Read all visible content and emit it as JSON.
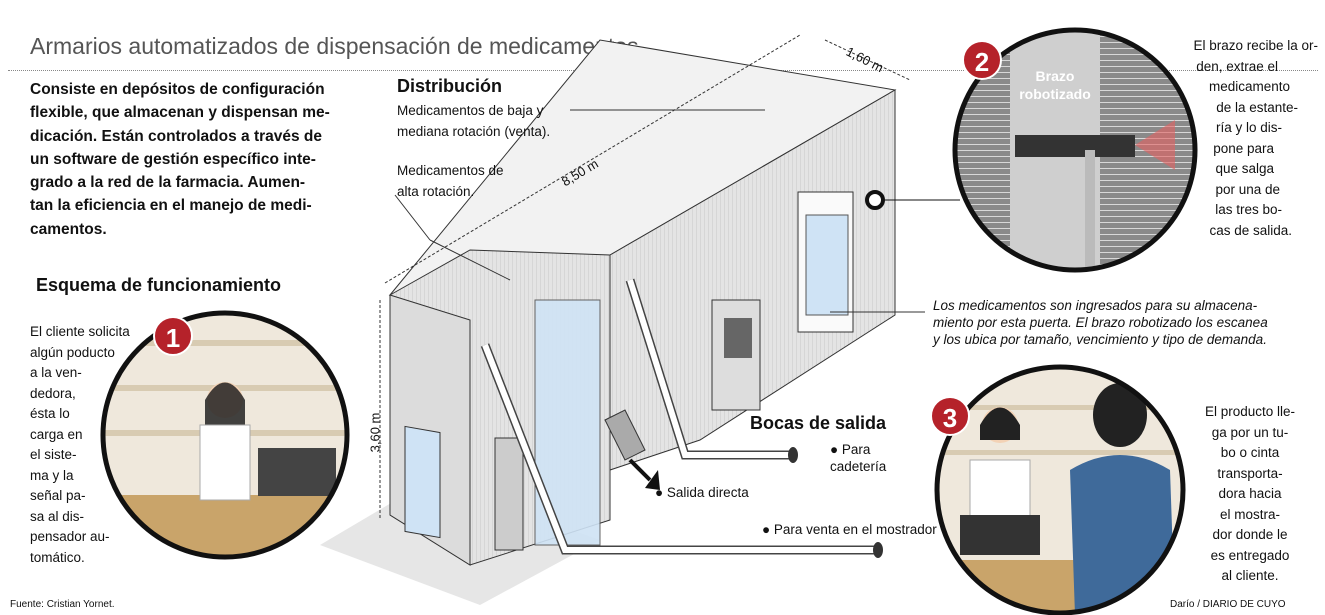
{
  "title": "Armarios automatizados de dispensación de medicamentos",
  "intro": [
    "Consiste en depósitos de configuración",
    "flexible, que almacenan y dispensan me-",
    "dicación. Están controlados a través de",
    "un software de gestión específico inte-",
    "grado a la red de la farmacia. Aumen-",
    "tan la eficiencia en el manejo de medi-",
    "camentos."
  ],
  "schema_title": "Esquema de funcionamiento",
  "step1": {
    "number": "1",
    "text": [
      "El cliente solicita",
      "algún poducto",
      "a la ven-",
      "dedora,",
      "ésta lo",
      "carga en",
      "el siste-",
      "ma y la",
      "señal pa-",
      "sa al dis-",
      "pensador au-",
      "tomático."
    ]
  },
  "step2": {
    "number": "2",
    "photo_label": "Brazo robotizado",
    "text": [
      "El brazo recibe la or-",
      "den, extrae el",
      "medicamento",
      "de la estante-",
      "ría y lo dis-",
      "pone para",
      "que salga",
      "por una de",
      "las tres bo-",
      "cas de salida."
    ]
  },
  "step3": {
    "number": "3",
    "text": [
      "El producto lle-",
      "ga por un tu-",
      "bo o cinta",
      "transporta-",
      "dora hacia",
      "el mostra-",
      "dor donde le",
      "es entregado",
      "al cliente."
    ]
  },
  "distribution": {
    "title": "Distribución",
    "low": [
      "Medicamentos de baja  y",
      "mediana rotación (venta)."
    ],
    "high": [
      "Medicamentos de",
      "alta rotación."
    ]
  },
  "dimensions": {
    "length": "8,50 m",
    "width": "1,60 m",
    "height": "3,60 m"
  },
  "intake_note": [
    "Los medicamentos son ingresados para su almacena-",
    "miento por esta puerta. El brazo robotizado los escanea",
    "y los ubica por tamaño, vencimiento y tipo de demanda."
  ],
  "outlets": {
    "title": "Bocas de salida",
    "delivery": [
      "● Para",
      "cadetería"
    ],
    "direct": "● Salida directa",
    "counter": "● Para venta en el mostrador"
  },
  "source": "Fuente: Cristian Yornet.",
  "credit": "Darío / DIARIO DE CUYO",
  "colors": {
    "badge": "#b5222a",
    "title": "#555555"
  }
}
